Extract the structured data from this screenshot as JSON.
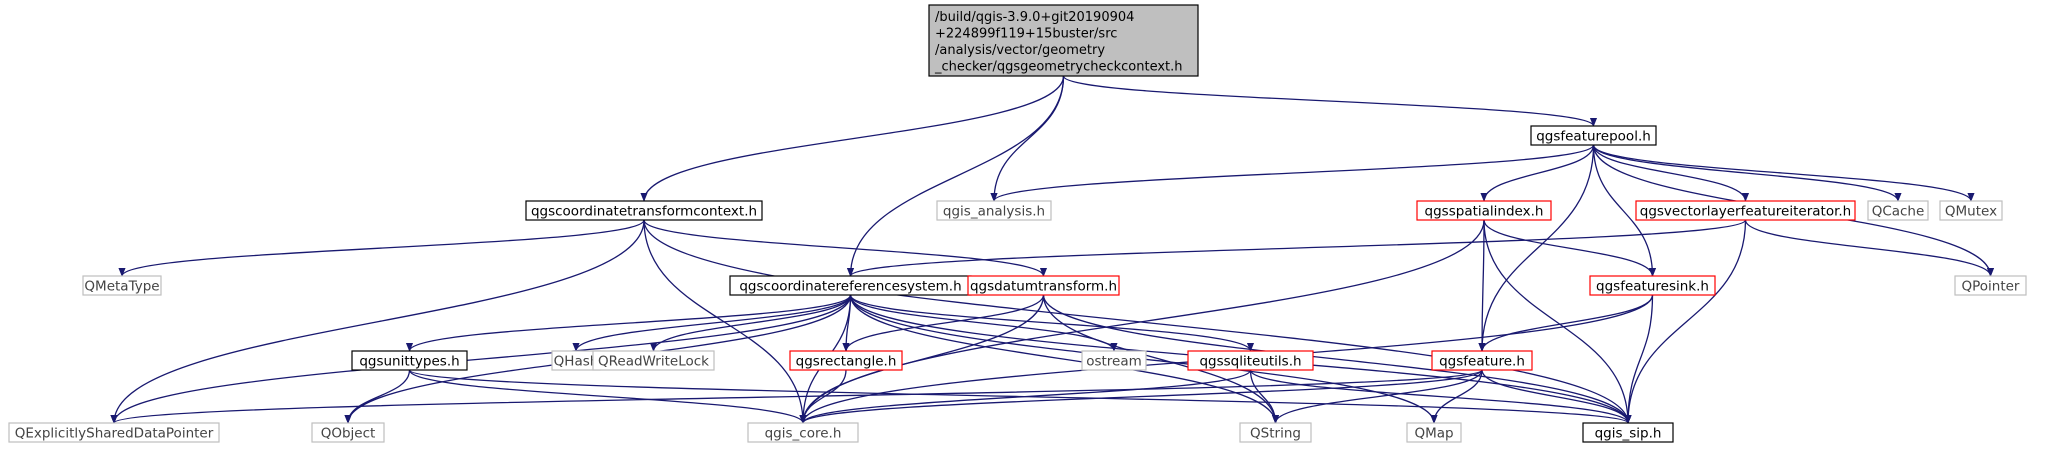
{
  "diagram": {
    "type": "include-dependency-graph",
    "colors": {
      "edge": "#191970",
      "root_fill": "#bfbfbf",
      "normal_border": "#000000",
      "red_border": "#ff0000",
      "external_border": "#bfbfbf"
    },
    "root": {
      "lines": [
        "/build/qgis-3.9.0+git20190904",
        "+224899f119+15buster/src",
        "/analysis/vector/geometry",
        "_checker/qgsgeometrycheckcontext.h"
      ]
    },
    "nodes": [
      {
        "id": "featurepool",
        "label": "qgsfeaturepool.h",
        "style": "normal"
      },
      {
        "id": "coordtransformctx",
        "label": "qgscoordinatetransformcontext.h",
        "style": "normal"
      },
      {
        "id": "analysis",
        "label": "qgis_analysis.h",
        "style": "external"
      },
      {
        "id": "spatialindex",
        "label": "qgsspatialindex.h",
        "style": "red"
      },
      {
        "id": "vlfi",
        "label": "qgsvectorlayerfeatureiterator.h",
        "style": "red"
      },
      {
        "id": "qcache",
        "label": "QCache",
        "style": "external"
      },
      {
        "id": "qmutex",
        "label": "QMutex",
        "style": "external"
      },
      {
        "id": "qmetatype",
        "label": "QMetaType",
        "style": "external"
      },
      {
        "id": "crs",
        "label": "qgscoordinatereferencesystem.h",
        "style": "normal"
      },
      {
        "id": "datum",
        "label": "qgsdatumtransform.h",
        "style": "red"
      },
      {
        "id": "featuresink",
        "label": "qgsfeaturesink.h",
        "style": "red"
      },
      {
        "id": "qpointer",
        "label": "QPointer",
        "style": "external"
      },
      {
        "id": "unittypes",
        "label": "qgsunittypes.h",
        "style": "normal"
      },
      {
        "id": "qhash",
        "label": "QHash",
        "style": "external"
      },
      {
        "id": "qrwlock",
        "label": "QReadWriteLock",
        "style": "external"
      },
      {
        "id": "rectangle",
        "label": "qgsrectangle.h",
        "style": "red"
      },
      {
        "id": "ostream",
        "label": "ostream",
        "style": "external"
      },
      {
        "id": "sqliteutils",
        "label": "qgssqliteutils.h",
        "style": "red"
      },
      {
        "id": "feature",
        "label": "qgsfeature.h",
        "style": "red"
      },
      {
        "id": "qesdp",
        "label": "QExplicitlySharedDataPointer",
        "style": "external"
      },
      {
        "id": "qobject",
        "label": "QObject",
        "style": "external"
      },
      {
        "id": "core",
        "label": "qgis_core.h",
        "style": "external"
      },
      {
        "id": "qstring",
        "label": "QString",
        "style": "external"
      },
      {
        "id": "qmap",
        "label": "QMap",
        "style": "external"
      },
      {
        "id": "sip",
        "label": "qgis_sip.h",
        "style": "normal"
      }
    ],
    "edges": [
      [
        "root",
        "coordtransformctx"
      ],
      [
        "root",
        "analysis"
      ],
      [
        "root",
        "crs"
      ],
      [
        "root",
        "featurepool"
      ],
      [
        "featurepool",
        "analysis"
      ],
      [
        "featurepool",
        "spatialindex"
      ],
      [
        "featurepool",
        "vlfi"
      ],
      [
        "featurepool",
        "qcache"
      ],
      [
        "featurepool",
        "qmutex"
      ],
      [
        "featurepool",
        "qpointer"
      ],
      [
        "featurepool",
        "featuresink"
      ],
      [
        "featurepool",
        "feature"
      ],
      [
        "coordtransformctx",
        "qmetatype"
      ],
      [
        "coordtransformctx",
        "qesdp"
      ],
      [
        "coordtransformctx",
        "core"
      ],
      [
        "coordtransformctx",
        "datum"
      ],
      [
        "coordtransformctx",
        "sip"
      ],
      [
        "spatialindex",
        "core"
      ],
      [
        "spatialindex",
        "featuresink"
      ],
      [
        "spatialindex",
        "feature"
      ],
      [
        "spatialindex",
        "sip"
      ],
      [
        "vlfi",
        "crs"
      ],
      [
        "vlfi",
        "qpointer"
      ],
      [
        "vlfi",
        "sip"
      ],
      [
        "crs",
        "unittypes"
      ],
      [
        "crs",
        "qhash"
      ],
      [
        "crs",
        "qrwlock"
      ],
      [
        "crs",
        "rectangle"
      ],
      [
        "crs",
        "ostream"
      ],
      [
        "crs",
        "sqliteutils"
      ],
      [
        "crs",
        "qmap"
      ],
      [
        "crs",
        "qstring"
      ],
      [
        "crs",
        "qesdp"
      ],
      [
        "crs",
        "qobject"
      ],
      [
        "crs",
        "core"
      ],
      [
        "crs",
        "sip"
      ],
      [
        "datum",
        "rectangle"
      ],
      [
        "datum",
        "core"
      ],
      [
        "datum",
        "qstring"
      ],
      [
        "datum",
        "sip"
      ],
      [
        "featuresink",
        "feature"
      ],
      [
        "featuresink",
        "core"
      ],
      [
        "featuresink",
        "sip"
      ],
      [
        "unittypes",
        "qobject"
      ],
      [
        "unittypes",
        "core"
      ],
      [
        "unittypes",
        "sip"
      ],
      [
        "rectangle",
        "core"
      ],
      [
        "sqliteutils",
        "core"
      ],
      [
        "sqliteutils",
        "qstring"
      ],
      [
        "sqliteutils",
        "sip"
      ],
      [
        "feature",
        "qesdp"
      ],
      [
        "feature",
        "core"
      ],
      [
        "feature",
        "qstring"
      ],
      [
        "feature",
        "qmap"
      ],
      [
        "feature",
        "sip"
      ]
    ]
  }
}
